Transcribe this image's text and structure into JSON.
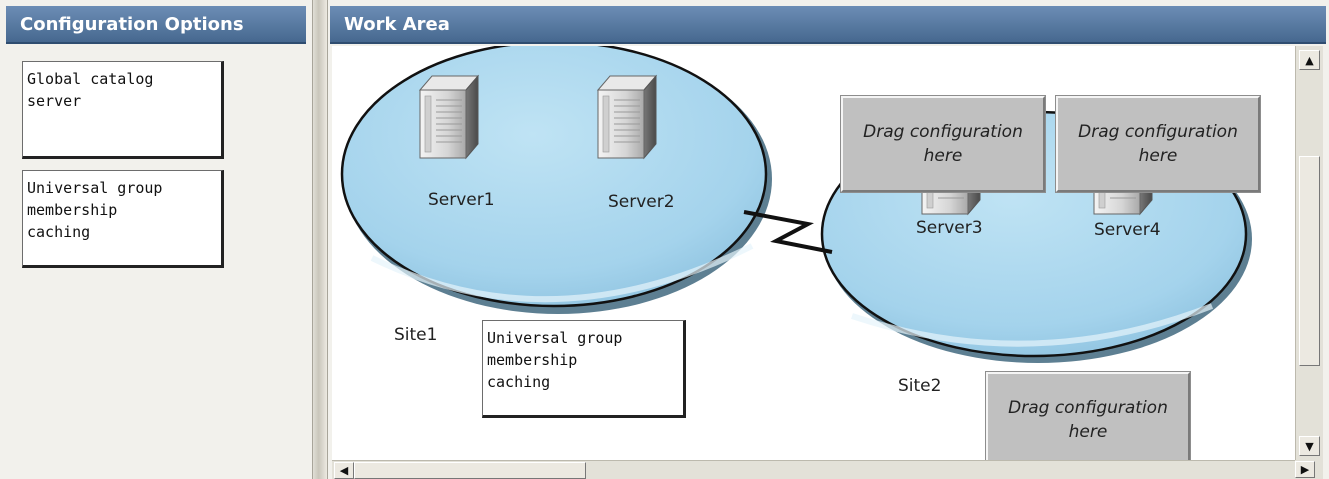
{
  "left_panel": {
    "title": "Configuration Options",
    "options": [
      {
        "label": "Global catalog\nserver"
      },
      {
        "label": "Universal group\nmembership\ncaching"
      }
    ]
  },
  "work_area": {
    "title": "Work Area",
    "sites": [
      {
        "label": "Site1",
        "servers": [
          "Server1",
          "Server2"
        ]
      },
      {
        "label": "Site2",
        "servers": [
          "Server3",
          "Server4"
        ]
      }
    ],
    "placed_card": "Universal group\nmembership\ncaching",
    "drop_targets": [
      "Drag configuration\nhere",
      "Drag configuration\nhere",
      "Drag configuration\nhere"
    ]
  },
  "colors": {
    "header": "#46688f",
    "site_fill": "#a8d6ee",
    "drop_fill": "#c0c0c0"
  },
  "icons": {
    "server": "server-tower-icon",
    "link": "wan-link-zigzag-icon"
  }
}
